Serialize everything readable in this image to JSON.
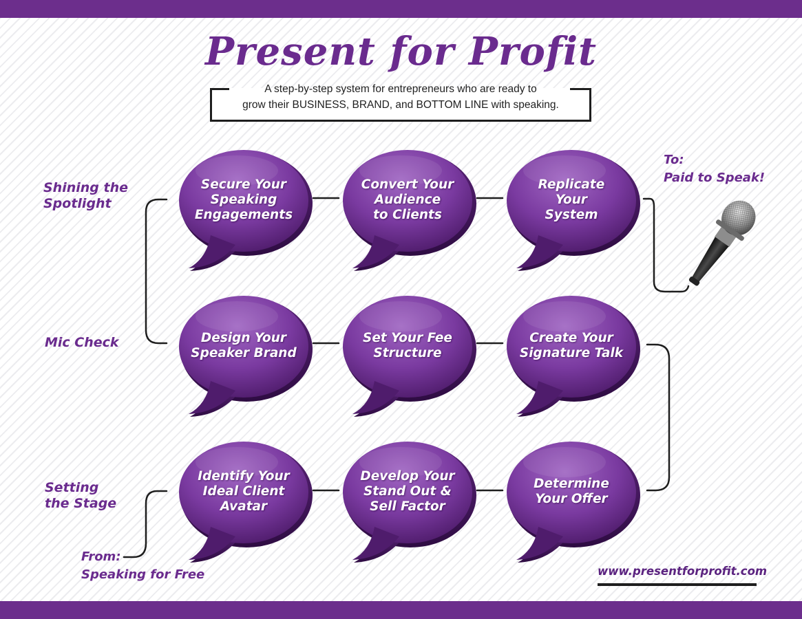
{
  "title": "Present for Profit",
  "subtitle": {
    "line1": "A step-by-step system for entrepreneurs who are ready to",
    "line2": "grow their BUSINESS, BRAND, and BOTTOM LINE with speaking."
  },
  "stages": {
    "top": "Shining the\nSpotlight",
    "middle": "Mic Check",
    "bottom": "Setting\nthe Stage"
  },
  "steps": {
    "row1": [
      "Secure Your\nSpeaking\nEngagements",
      "Convert Your\nAudience\nto Clients",
      "Replicate\nYour\nSystem"
    ],
    "row2": [
      "Design Your\nSpeaker Brand",
      "Set Your Fee\nStructure",
      "Create Your\nSignature Talk"
    ],
    "row3": [
      "Identify Your\nIdeal Client\nAvatar",
      "Develop Your\nStand Out &\nSell Factor",
      "Determine\nYour Offer"
    ]
  },
  "end_label": "To:\nPaid to Speak!",
  "start_label": "From:\nSpeaking for Free",
  "website": "www.presentforprofit.com",
  "colors": {
    "brand_purple": "#6c2e8c",
    "bubble_light": "#8e4fb3",
    "bubble_dark": "#4c1a68"
  },
  "icons": [
    "microphone-icon"
  ]
}
